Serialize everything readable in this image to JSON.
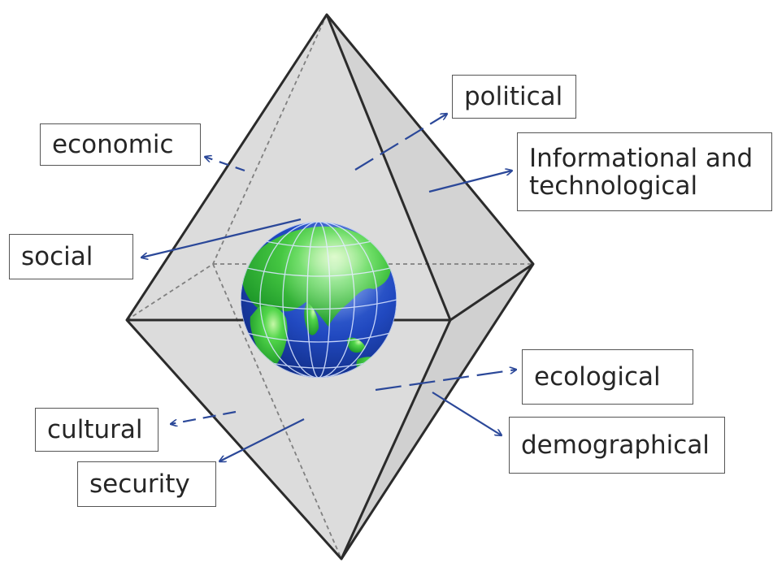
{
  "diagram": {
    "center_icon": "globe-icon",
    "colors": {
      "polyhedron_fill": "#dcdcdc",
      "edge": "#2b2b2b",
      "hidden_edge": "#808080",
      "arrow": "#2b4899",
      "globe_ocean": "#1f47b8",
      "globe_land": "#3ec63a"
    },
    "labels": {
      "economic": "economic",
      "political": "political",
      "informational_line1": "Informational and",
      "informational_line2": "technological",
      "social": "social",
      "ecological": "ecological",
      "demographical": "demographical",
      "cultural": "cultural",
      "security": "security"
    }
  }
}
